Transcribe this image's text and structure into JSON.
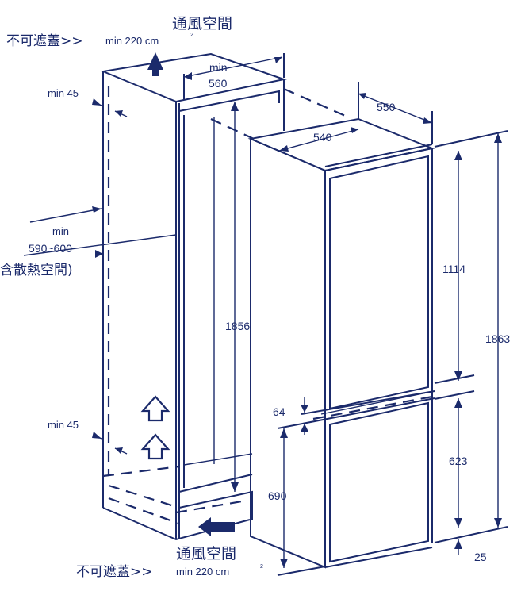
{
  "top_label": {
    "ventilation": "通風空間",
    "min_area": "min 220 cm",
    "superscript": "2",
    "no_cover": "不可遮蓋>>"
  },
  "bottom_label": {
    "ventilation": "通風空間",
    "min_area": "min 220 cm",
    "superscript": "2",
    "no_cover": "不可遮蓋>>"
  },
  "niche": {
    "min_word": "min",
    "width": "560",
    "height": "1856",
    "top_gap": "min 45",
    "bottom_gap": "min 45",
    "depth_min_word": "min",
    "depth": "590~600",
    "depth_note": "含散熱空間)"
  },
  "appliance": {
    "depth": "550",
    "width": "540",
    "height_total": "1863",
    "upper_door": "1114",
    "door_gap": "64",
    "lower_door": "623",
    "lower_section": "690",
    "bottom_gap": "25"
  },
  "colors": {
    "line": "#1b2a6b",
    "background": "#ffffff"
  }
}
